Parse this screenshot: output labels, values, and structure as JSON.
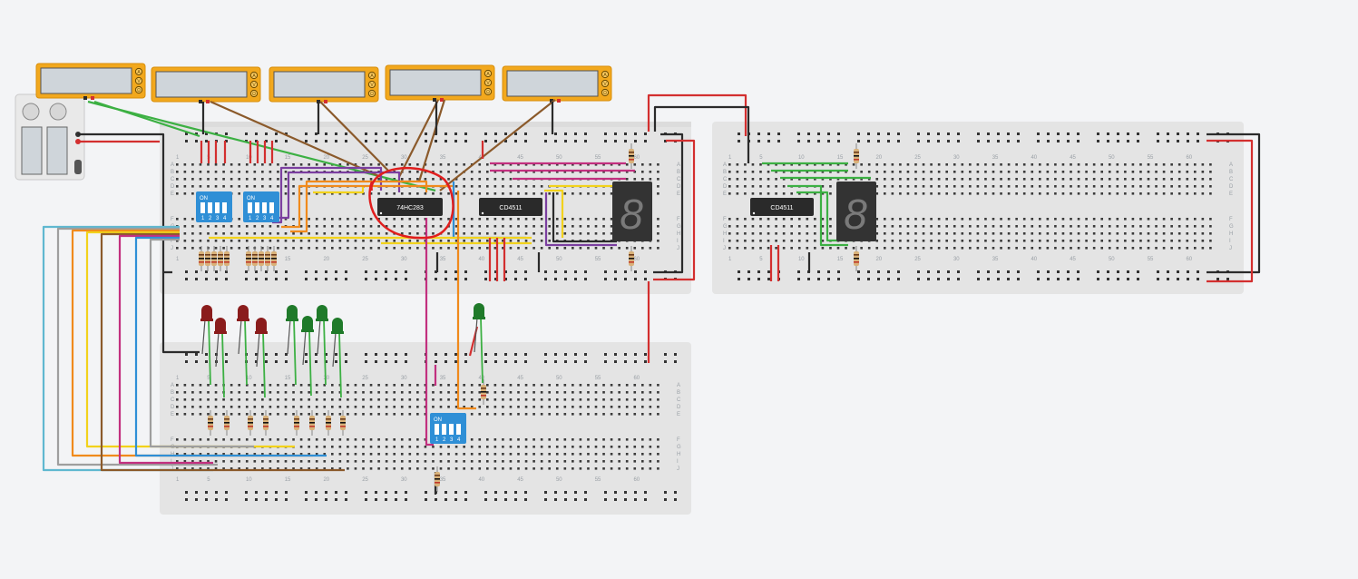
{
  "workspace": {
    "background": "#f3f4f6",
    "breadboard_color": "#e4e4e4",
    "wire_colors": {
      "red": "#d32f2f",
      "black": "#2b2b2b",
      "green": "#3cb043",
      "brown": "#8b5a2b",
      "purple": "#7b3fa0",
      "orange": "#f08a1c",
      "yellow": "#f2d21b",
      "magenta": "#c2307f",
      "cyan": "#5fb8d0",
      "gray": "#9e9e9e",
      "blue": "#2f8fd6"
    }
  },
  "chips": {
    "adder": {
      "label": "74HC283"
    },
    "decoder_1": {
      "label": "CD4511"
    },
    "decoder_2": {
      "label": "CD4511"
    }
  },
  "dip_switches": {
    "on_label": "ON",
    "numbers": [
      "1",
      "2",
      "3",
      "4"
    ]
  },
  "seven_segment": {
    "digit": "8"
  },
  "multimeter": {
    "mode_glyphs": [
      "A",
      "V",
      "Ω"
    ]
  },
  "breadboards": {
    "top_row_numbers": [
      "1",
      "5",
      "10",
      "15",
      "20",
      "25",
      "30",
      "35",
      "40",
      "45",
      "50",
      "55",
      "60"
    ],
    "row_letters_top": [
      "A",
      "B",
      "C",
      "D",
      "E"
    ],
    "row_letters_bottom": [
      "F",
      "G",
      "H",
      "I",
      "J"
    ]
  },
  "highlight": {
    "color": "#e01e1e"
  }
}
